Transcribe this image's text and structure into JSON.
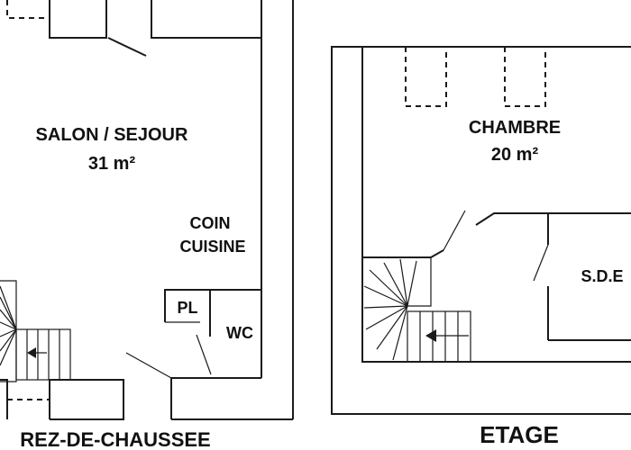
{
  "labels": {
    "salon": "SALON / SEJOUR",
    "salon_area": "31 m²",
    "coin": "COIN",
    "cuisine": "CUISINE",
    "pl": "PL",
    "wc": "WC",
    "rez": "REZ-DE-CHAUSSEE",
    "chambre": "CHAMBRE",
    "chambre_area": "20 m²",
    "sde": "S.D.E",
    "etage": "ETAGE"
  },
  "colors": {
    "line": "#1a1a1a",
    "text": "#111111",
    "background": "#ffffff"
  },
  "icons": {
    "stair_arrow": "arrow-left-icon"
  }
}
